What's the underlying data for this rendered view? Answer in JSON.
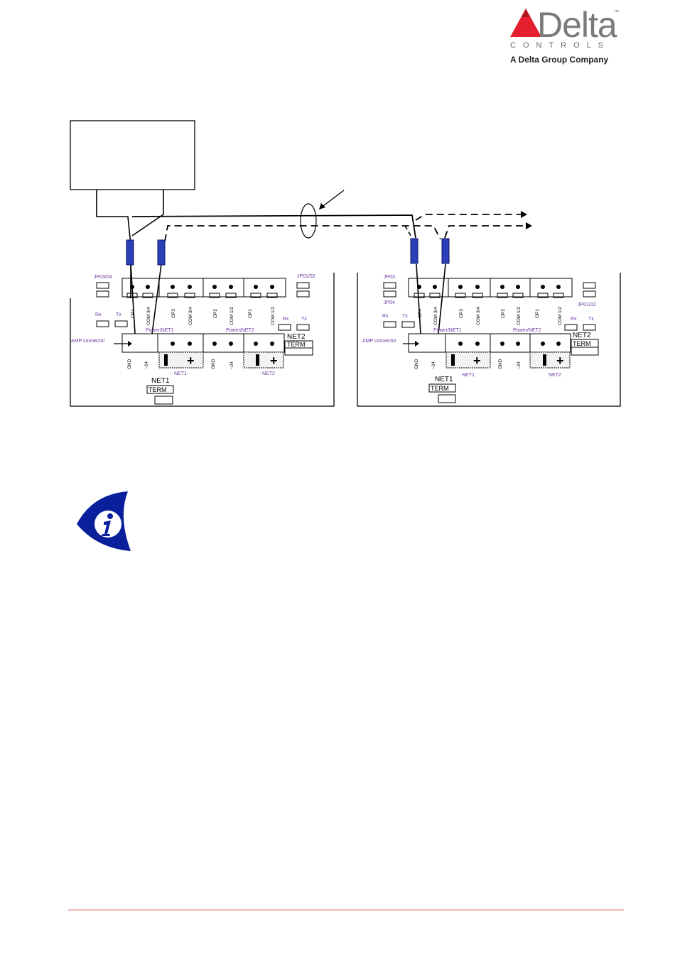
{
  "header": {
    "brand_name": "Delta",
    "brand_sub": "CONTROLS",
    "trademark": "™",
    "tagline": "A Delta Group Company",
    "brand_color": "#e4202e"
  },
  "diagram": {
    "left_board": {
      "top_labels": [
        "OP4",
        "COM 3/4",
        "OP3",
        "COM 3/4",
        "OP2",
        "COM 1/2",
        "OP1",
        "COM 1/2"
      ],
      "jumper_left": "JP03/04",
      "jumper_right": "JP01/02",
      "rx": "Rx",
      "tx": "Tx",
      "rx2": "Rx",
      "tx2": "Tx",
      "power_net1": "Power/NET1",
      "power_net2": "Power/NET2",
      "amp": "AMP connector",
      "gnd": "GND",
      "v24": "~24",
      "gnd2": "GND",
      "v24b": "~24",
      "net1": "NET1",
      "net2": "NET2",
      "net1_title": "NET1",
      "net2_title": "NET2",
      "term1": "TERM",
      "term2": "TERM",
      "minus": "–",
      "plus": "+"
    },
    "right_board": {
      "top_labels": [
        "OP4",
        "COM 3/4",
        "OP3",
        "COM 3/4",
        "OP2",
        "COM 1/2",
        "OP1",
        "COM 1/2"
      ],
      "jumper_left_top": "JP03",
      "jumper_left_bottom": "JP04",
      "jumper_right": "JP01/02",
      "rx": "Rx",
      "tx": "Tx",
      "rx2": "Rx",
      "tx2": "Tx",
      "power_net1": "Power/NET1",
      "power_net2": "Power/NET2",
      "amp": "AMP connector",
      "gnd": "GND",
      "v24": "~24",
      "gnd2": "GND",
      "v24b": "~24",
      "net1": "NET1",
      "net2": "NET2",
      "net1_title": "NET1",
      "net2_title": "NET2",
      "term1": "TERM",
      "term2": "TERM",
      "minus": "–",
      "plus": "+"
    },
    "label_color": "#6a3aa2",
    "ferrite_color": "#2a3fb8"
  },
  "info_icon": {
    "name": "info-eye-icon",
    "color": "#0a1f9c"
  },
  "footer": {
    "rule_color": "#e23a4c"
  }
}
